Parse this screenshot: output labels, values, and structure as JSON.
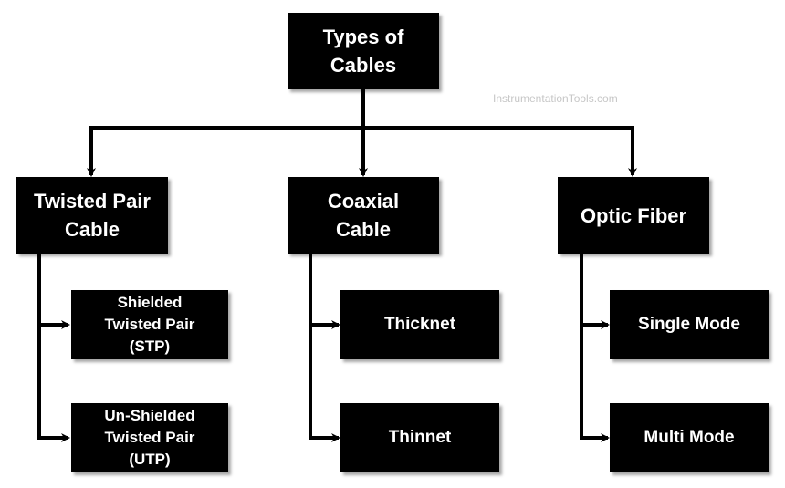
{
  "diagram": {
    "root": {
      "line1": "Types of",
      "line2": "Cables"
    },
    "watermark": "InstrumentationTools.com",
    "categories": [
      {
        "line1": "Twisted Pair",
        "line2": "Cable",
        "children": [
          {
            "line1": "Shielded",
            "line2": "Twisted Pair",
            "line3": "(STP)"
          },
          {
            "line1": "Un-Shielded",
            "line2": "Twisted Pair",
            "line3": "(UTP)"
          }
        ]
      },
      {
        "line1": "Coaxial",
        "line2": "Cable",
        "children": [
          {
            "line1": "Thicknet"
          },
          {
            "line1": "Thinnet"
          }
        ]
      },
      {
        "line1": "Optic Fiber",
        "children": [
          {
            "line1": "Single Mode"
          },
          {
            "line1": "Multi Mode"
          }
        ]
      }
    ],
    "colors": {
      "box": "#000000",
      "text": "#ffffff",
      "line": "#000000"
    }
  }
}
